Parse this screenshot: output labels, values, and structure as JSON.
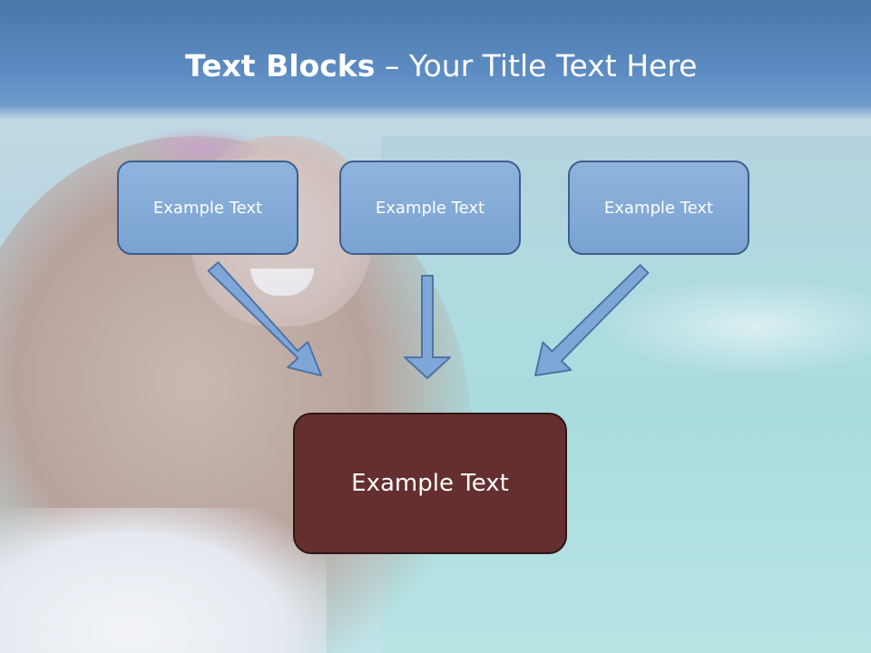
{
  "title": {
    "bold": "Text Blocks",
    "separator": " – ",
    "rest": "Your Title Text Here"
  },
  "blocks": [
    {
      "label": "Example Text"
    },
    {
      "label": "Example Text"
    },
    {
      "label": "Example Text"
    }
  ],
  "target": {
    "label": "Example Text"
  },
  "colors": {
    "title_band": "#5b8ac1",
    "small_box_fill": "#7fa7d5",
    "small_box_border": "#3f5e8c",
    "target_fill": "#652f2f",
    "arrow_fill": "#7ea6d6",
    "arrow_stroke": "#4f74a6"
  }
}
